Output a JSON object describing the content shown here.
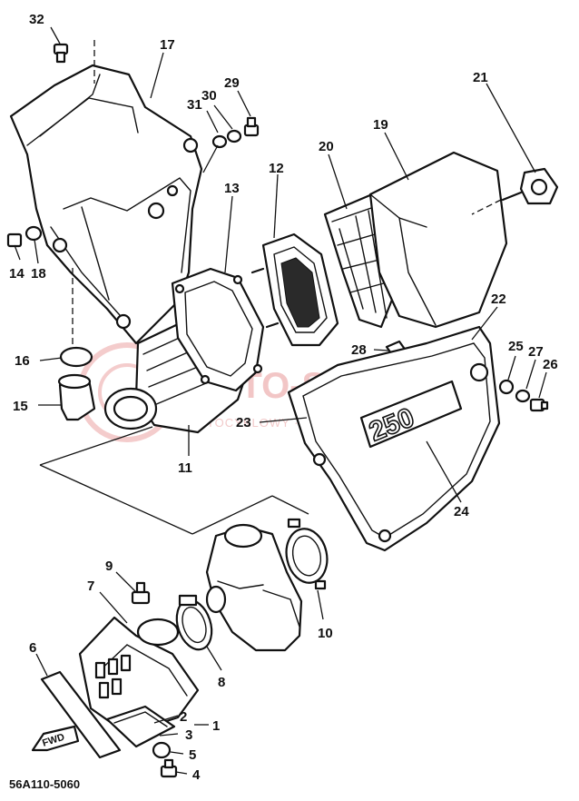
{
  "watermark": {
    "brand": "MOTO-SKUTER",
    "tagline": "MOTOCYKLOWY · DEP PAMIATKA"
  },
  "diagram_code": "56A110-5060",
  "fwd_label": "FWD",
  "cover_decal": "250",
  "callouts": [
    {
      "id": "c32",
      "label": "32"
    },
    {
      "id": "c17",
      "label": "17"
    },
    {
      "id": "c31",
      "label": "31"
    },
    {
      "id": "c30",
      "label": "30"
    },
    {
      "id": "c29",
      "label": "29"
    },
    {
      "id": "c13",
      "label": "13"
    },
    {
      "id": "c12",
      "label": "12"
    },
    {
      "id": "c20",
      "label": "20"
    },
    {
      "id": "c19",
      "label": "19"
    },
    {
      "id": "c21",
      "label": "21"
    },
    {
      "id": "c14",
      "label": "14"
    },
    {
      "id": "c18",
      "label": "18"
    },
    {
      "id": "c16",
      "label": "16"
    },
    {
      "id": "c15",
      "label": "15"
    },
    {
      "id": "c11",
      "label": "11"
    },
    {
      "id": "c22",
      "label": "22"
    },
    {
      "id": "c28",
      "label": "28"
    },
    {
      "id": "c25",
      "label": "25"
    },
    {
      "id": "c27",
      "label": "27"
    },
    {
      "id": "c26",
      "label": "26"
    },
    {
      "id": "c23",
      "label": "23"
    },
    {
      "id": "c24",
      "label": "24"
    },
    {
      "id": "c9",
      "label": "9"
    },
    {
      "id": "c7",
      "label": "7"
    },
    {
      "id": "c10",
      "label": "10"
    },
    {
      "id": "c6",
      "label": "6"
    },
    {
      "id": "c8",
      "label": "8"
    },
    {
      "id": "c2",
      "label": "2"
    },
    {
      "id": "c1",
      "label": "1"
    },
    {
      "id": "c3",
      "label": "3"
    },
    {
      "id": "c5",
      "label": "5"
    },
    {
      "id": "c4",
      "label": "4"
    }
  ]
}
